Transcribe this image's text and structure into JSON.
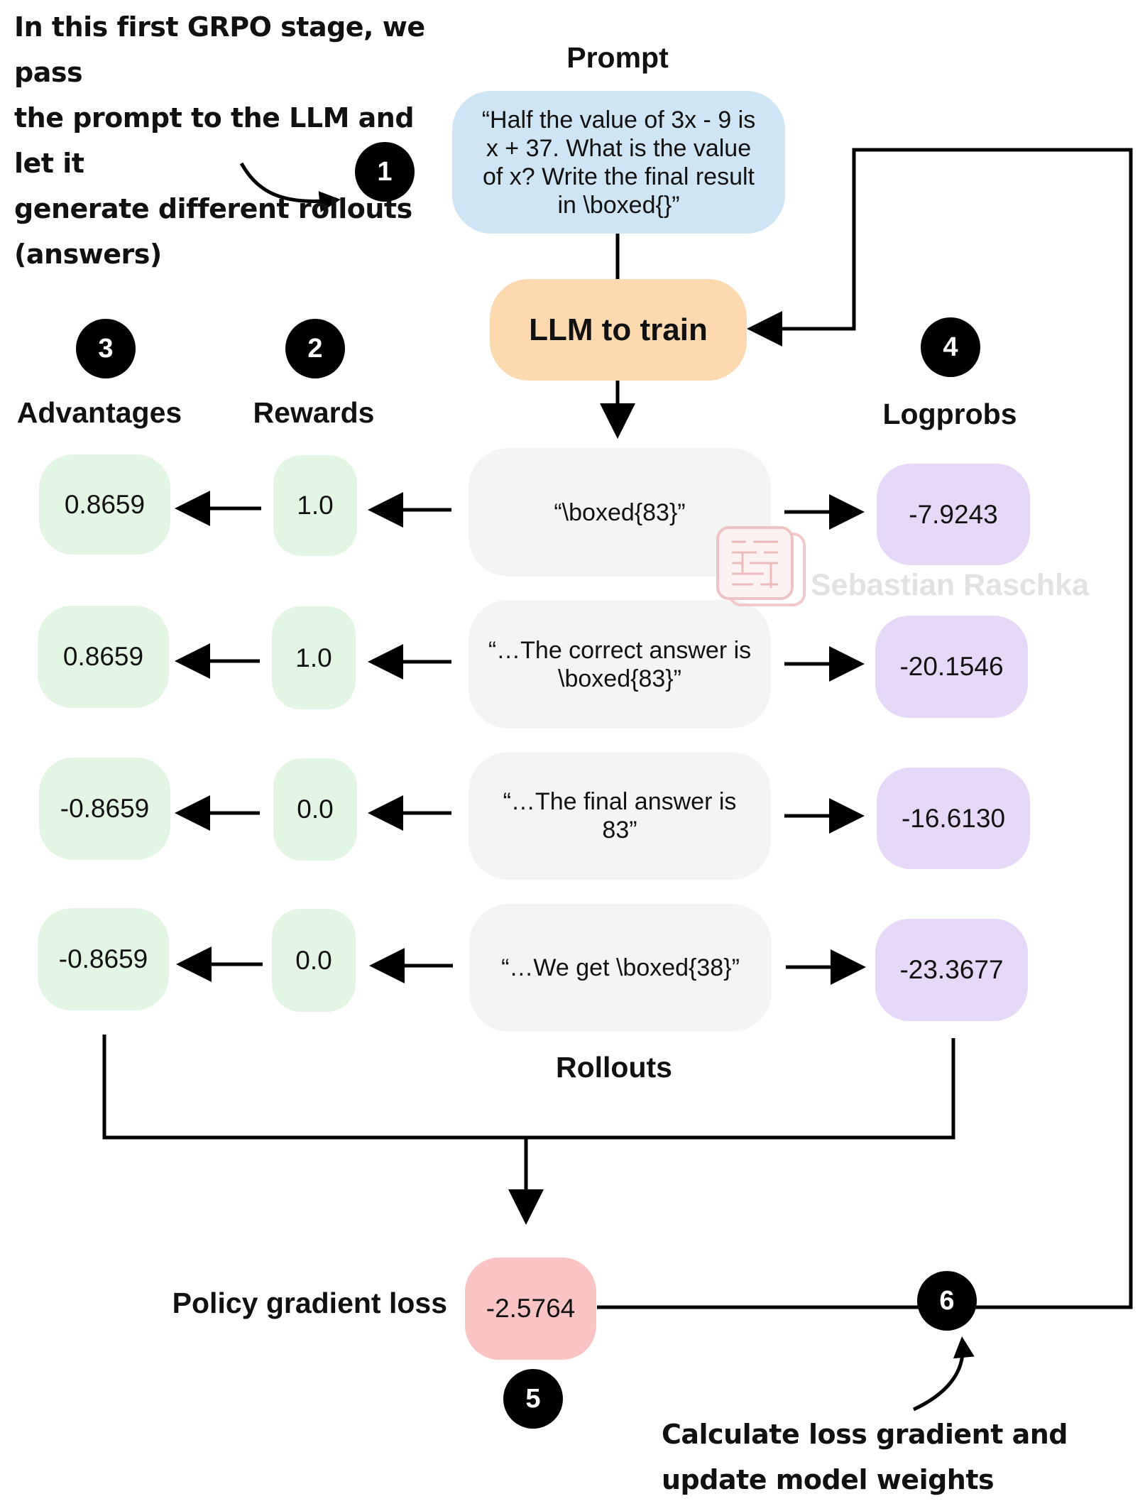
{
  "annotations": {
    "step1_note": [
      "In this first GRPO stage, we pass",
      "the prompt to the LLM and let it",
      "generate different rollouts",
      "(answers)"
    ],
    "step6_note": [
      "Calculate loss gradient and",
      "update model weights"
    ]
  },
  "prompt": {
    "header": "Prompt",
    "text": "“Half the value of 3x - 9 is  x + 37. What is the value of x? Write the final result in \\boxed{}”"
  },
  "llm": {
    "label": "LLM to train"
  },
  "step_numbers": {
    "s1": "1",
    "s2": "2",
    "s3": "3",
    "s4": "4",
    "s5": "5",
    "s6": "6"
  },
  "column_headers": {
    "advantages": "Advantages",
    "rewards": "Rewards",
    "logprobs": "Logprobs",
    "rollouts": "Rollouts"
  },
  "rows": [
    {
      "advantage": "0.8659",
      "reward": "1.0",
      "rollout": "“\\boxed{83}”",
      "logprob": "-7.9243"
    },
    {
      "advantage": "0.8659",
      "reward": "1.0",
      "rollout": "“…The correct answer is \\boxed{83}”",
      "logprob": "-20.1546"
    },
    {
      "advantage": "-0.8659",
      "reward": "0.0",
      "rollout": "“…The final answer is 83”",
      "logprob": "-16.6130"
    },
    {
      "advantage": "-0.8659",
      "reward": "0.0",
      "rollout": "“…We get \\boxed{38}”",
      "logprob": "-23.3677"
    }
  ],
  "loss": {
    "label": "Policy gradient loss",
    "value": "-2.5764"
  },
  "watermark": {
    "text": "Sebastian Raschka"
  },
  "colors": {
    "prompt_box": "#cfe5f3",
    "llm_box": "#fcd9ae",
    "advantage_box": "#e3f6e3",
    "reward_box": "#e3f6e3",
    "logprob_box": "#e6d9f8",
    "rollout_box": "#f4f4f4",
    "loss_box": "#fbc4c4",
    "step_circle": "#000000"
  }
}
